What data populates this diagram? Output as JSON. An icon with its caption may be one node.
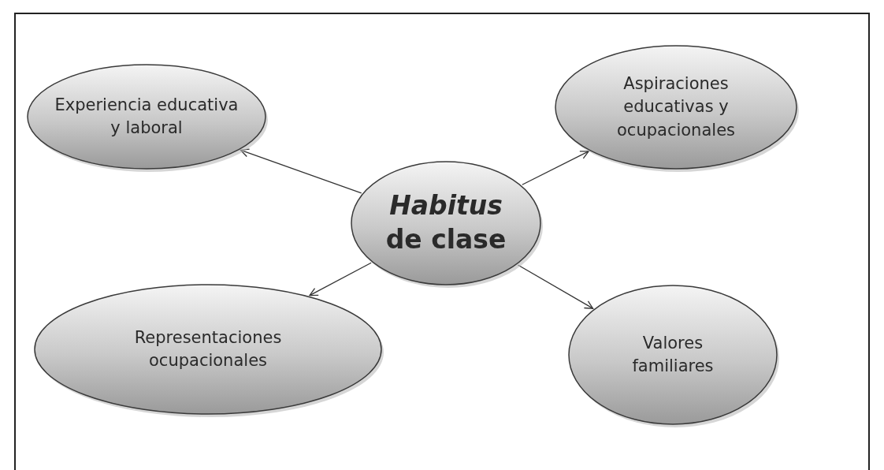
{
  "diagram": {
    "nodes": [
      {
        "text": [
          "Experiencia educativa y laboral"
        ]
      },
      {
        "text": [
          "Aspiraciones educativas y ocupacionales"
        ]
      },
      {
        "text": [
          "*Habitus* de clase"
        ]
      },
      {
        "text": [
          "Representaciones ocupacionales"
        ]
      },
      {
        "text": [
          "Valores familiares"
        ]
      }
    ],
    "edges": [
      {
        "from": 2,
        "to": 0,
        "arrow": "to"
      },
      {
        "from": 2,
        "to": 1,
        "arrow": "to"
      },
      {
        "from": 2,
        "to": 3,
        "arrow": "to"
      },
      {
        "from": 2,
        "to": 4,
        "arrow": "to"
      }
    ]
  }
}
